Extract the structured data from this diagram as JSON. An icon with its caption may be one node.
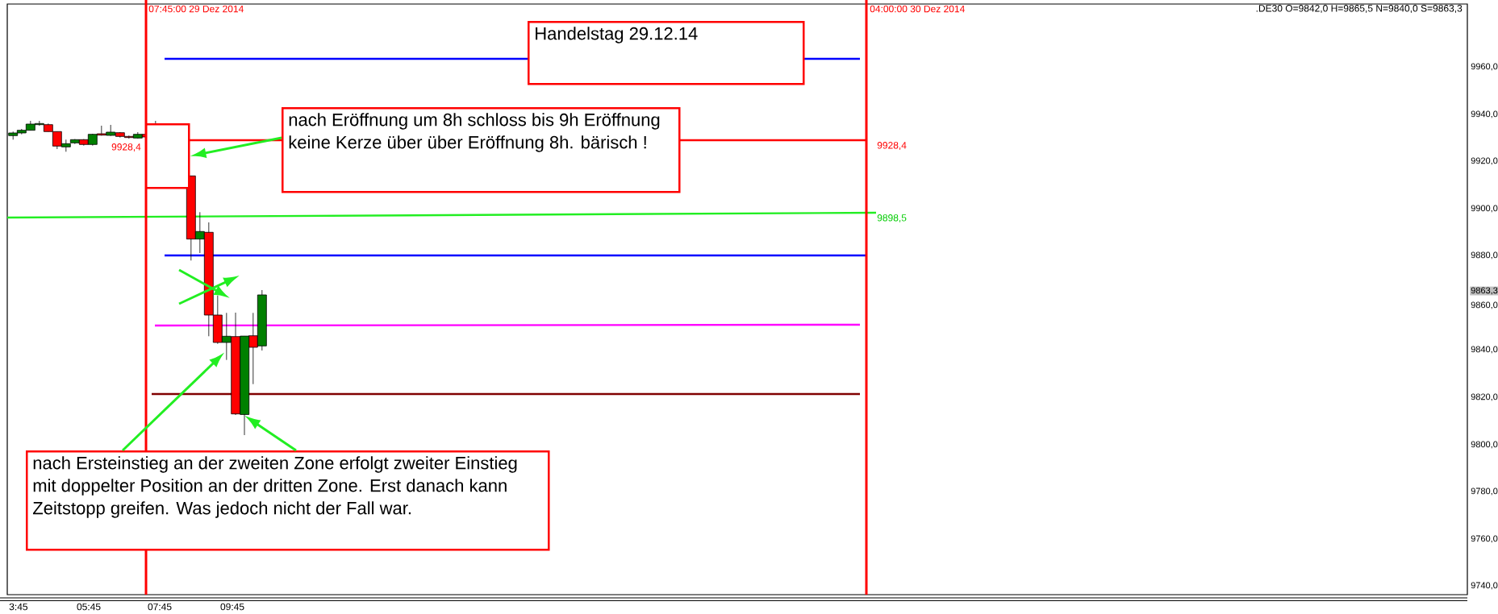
{
  "diagram": {
    "nodes": [
      {
        "text": [
          "Handelstag 29.12.14"
        ]
      },
      {
        "text": [
          "nach Eröffnung um 8h schloss bis 9h Eröffnung keine Kerze über über Eröffnung 8h. bärisch !"
        ]
      },
      {
        "text": [],
        "shape": "box"
      },
      {
        "text": [
          "nach Ersteinstieg an der zweiten Zone erfolgt zweiter Einstieg mit doppelter Position an der dritten Zone. Erst danach kann Zeitstopp greifen. Was jedoch nicht der Fall war."
        ]
      },
      {
        "text": [],
        "shape": "bar"
      },
      {
        "text": [],
        "shape": "bar"
      }
    ],
    "edges": [
      {
        "from": 1,
        "to": 2,
        "arrow": "to"
      },
      {
        "from": 3,
        "to": 4,
        "arrow": "to"
      },
      {
        "from": 3,
        "to": 5,
        "arrow": "to"
      }
    ],
    "labels": [
      "07:45:00 29 Dez 2014",
      "04:00:00 30 Dez 2014",
      ".DE30 O=9842,0 H=9865,5 N=9840,0 S=9863,3",
      "9928,4",
      "9928,4",
      "9898,5",
      "9960,0",
      "9940,0",
      "9920,0",
      "9900,0",
      "9880,0",
      "9863,3",
      "9860,0",
      "9840,0",
      "9820,0",
      "9800,0",
      "9780,0",
      "9760,0",
      "9740,0",
      "3:45",
      "05:45",
      "07:45",
      "09:45"
    ]
  }
}
